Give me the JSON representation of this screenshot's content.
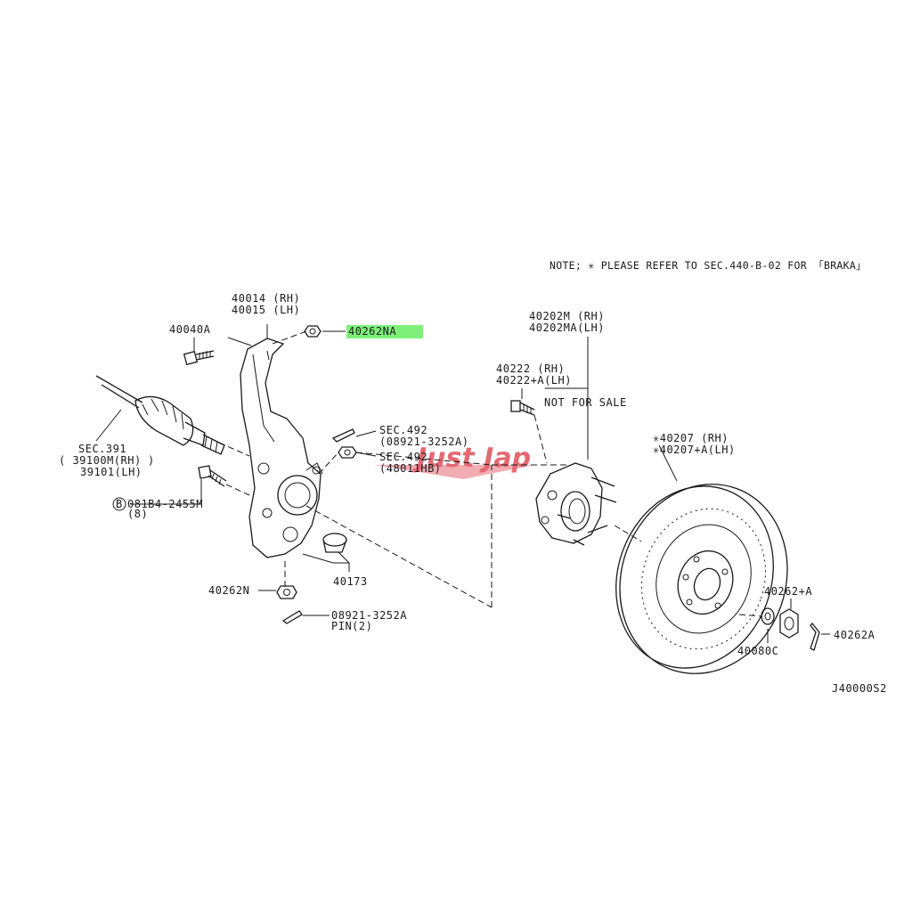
{
  "note": "NOTE; ✳ PLEASE REFER TO SEC.440-B-02 FOR 「BRAKA」",
  "diagram_id": "J40000S2",
  "highlight_color": "#7ef07a",
  "watermark": {
    "text": "Just Jap",
    "color": "#e0505a"
  },
  "callouts": {
    "knuckle_rh": "40014 (RH)",
    "knuckle_lh": "40015 (LH)",
    "bolt_40040a": "40040A",
    "nut_40262na": "40262NA",
    "sec391": "SEC.391",
    "sec391_rh": "( 39100M(RH)",
    "sec391_lh": "39101(LH)",
    "sec391_close": ")",
    "bolt_marker": "B",
    "bolt_081b4": "081B4-2455M",
    "bolt_081b4_qty": "(8)",
    "sec492_a": "SEC.492",
    "sec492_a_sub": "(08921-3252A)",
    "sec492_b": "SEC.492",
    "sec492_b_sub": "(48011HB)",
    "nut_40262n": "40262N",
    "pin": "08921-3252A",
    "pin_qty": "PIN(2)",
    "cap_40173": "40173",
    "hub_rh": "40202M  (RH)",
    "hub_lh": "40202MA(LH)",
    "stud_rh": "40222   (RH)",
    "stud_lh": "40222+A(LH)",
    "not_for_sale": "NOT FOR SALE",
    "rotor_rh": "✳40207    (RH)",
    "rotor_lh": "✳40207+A(LH)",
    "nut_40262a": "40262+A",
    "washer_40080c": "40080C",
    "pin_40262a": "40262A"
  }
}
